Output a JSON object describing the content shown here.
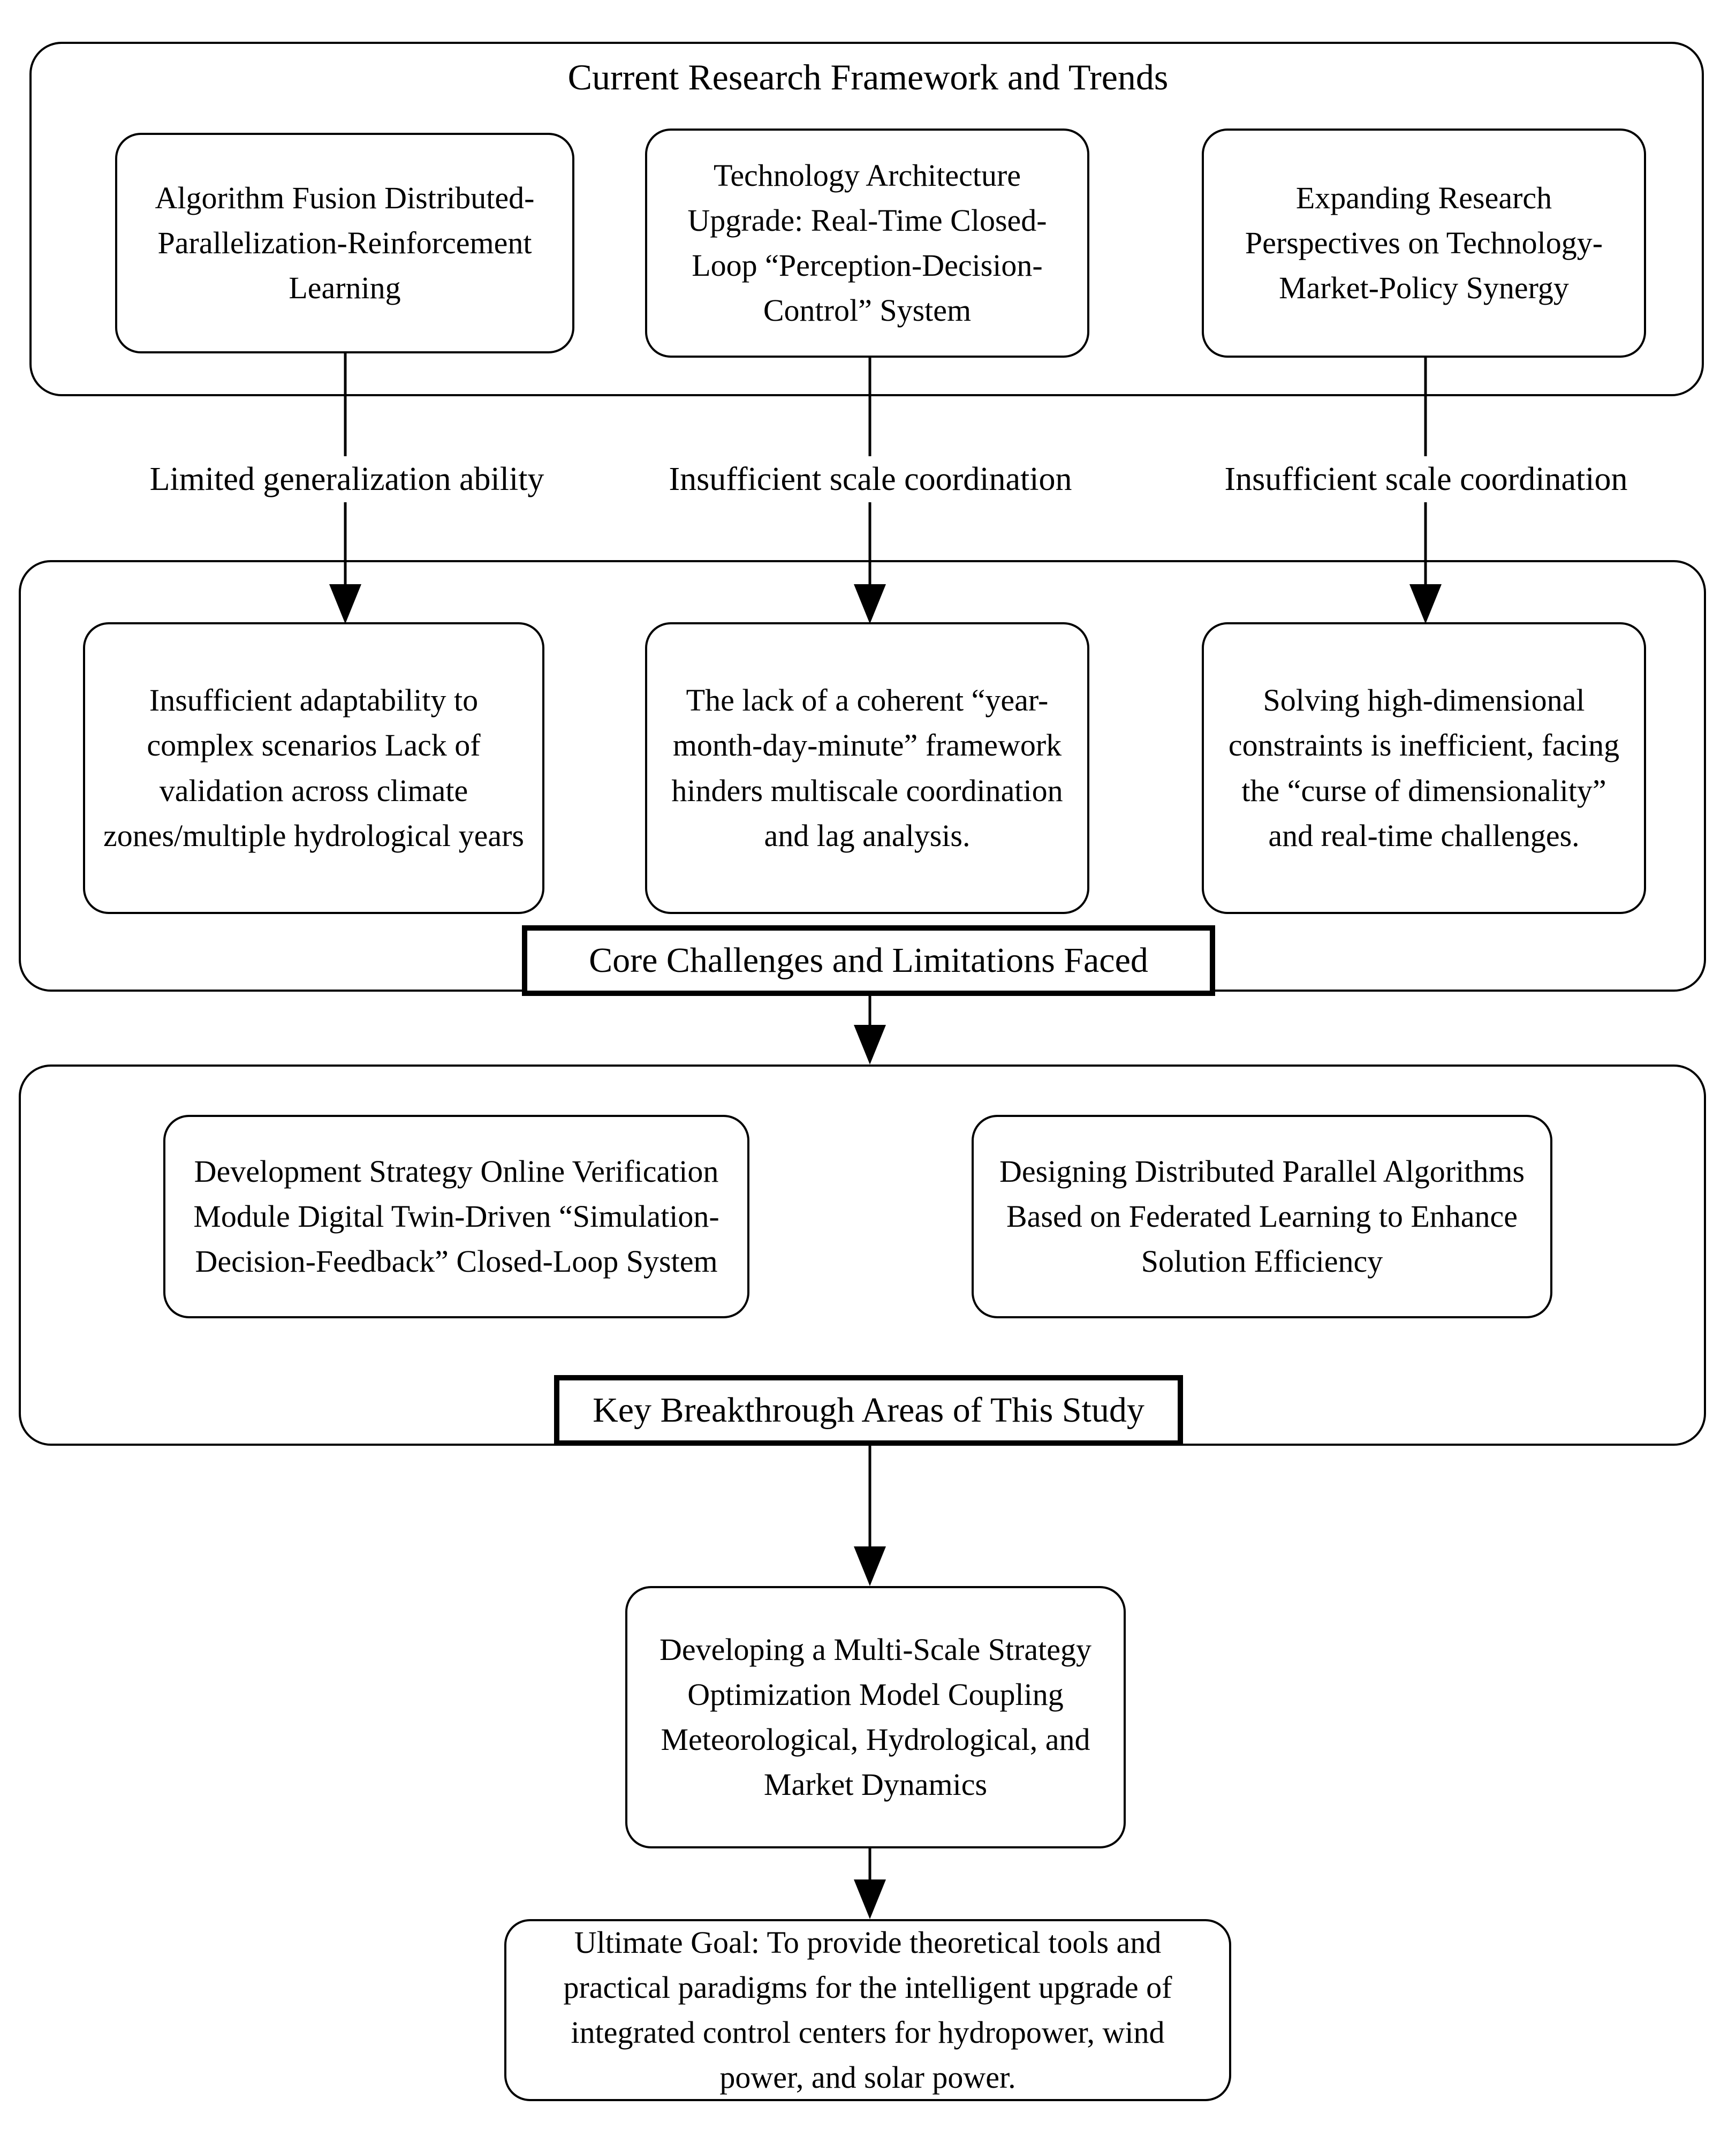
{
  "colors": {
    "background": "#ffffff",
    "line": "#000000",
    "text": "#000000"
  },
  "diagram": {
    "top_container": {
      "title": "Current Research Framework and Trends",
      "boxes": [
        {
          "text": "Algorithm Fusion Distributed-Parallelization-Reinforcement Learning"
        },
        {
          "text": "Technology Architecture Upgrade: Real-Time Closed-Loop “Perception-Decision-Control” System"
        },
        {
          "text": "Expanding Research Perspectives on Technology-Market-Policy Synergy"
        }
      ]
    },
    "arrow_labels": [
      "Limited generalization ability",
      "Insufficient scale coordination",
      "Insufficient scale coordination"
    ],
    "challenges_container": {
      "title": "Core Challenges and Limitations Faced",
      "boxes": [
        {
          "text": "Insufficient adaptability to complex scenarios Lack of validation across climate zones/multiple hydrological years"
        },
        {
          "text": "The lack of a coherent “year-month-day-minute” framework hinders multiscale coordination and lag analysis."
        },
        {
          "text": "Solving high-dimensional constraints is inefficient, facing the “curse of dimensionality” and real-time challenges."
        }
      ]
    },
    "breakthrough_container": {
      "title": "Key Breakthrough Areas of This Study",
      "boxes": [
        {
          "text": "Development Strategy Online Verification Module Digital Twin-Driven “Simulation-Decision-Feedback” Closed-Loop System"
        },
        {
          "text": "Designing Distributed Parallel Algorithms Based on Federated Learning to Enhance Solution Efficiency"
        }
      ]
    },
    "model_box": {
      "text": "Developing a Multi-Scale Strategy Optimization Model Coupling Meteorological, Hydrological, and Market Dynamics"
    },
    "goal_box": {
      "text": "Ultimate Goal: To provide theoretical tools and practical paradigms for the intelligent upgrade of integrated control centers for hydropower, wind power, and solar power."
    }
  }
}
